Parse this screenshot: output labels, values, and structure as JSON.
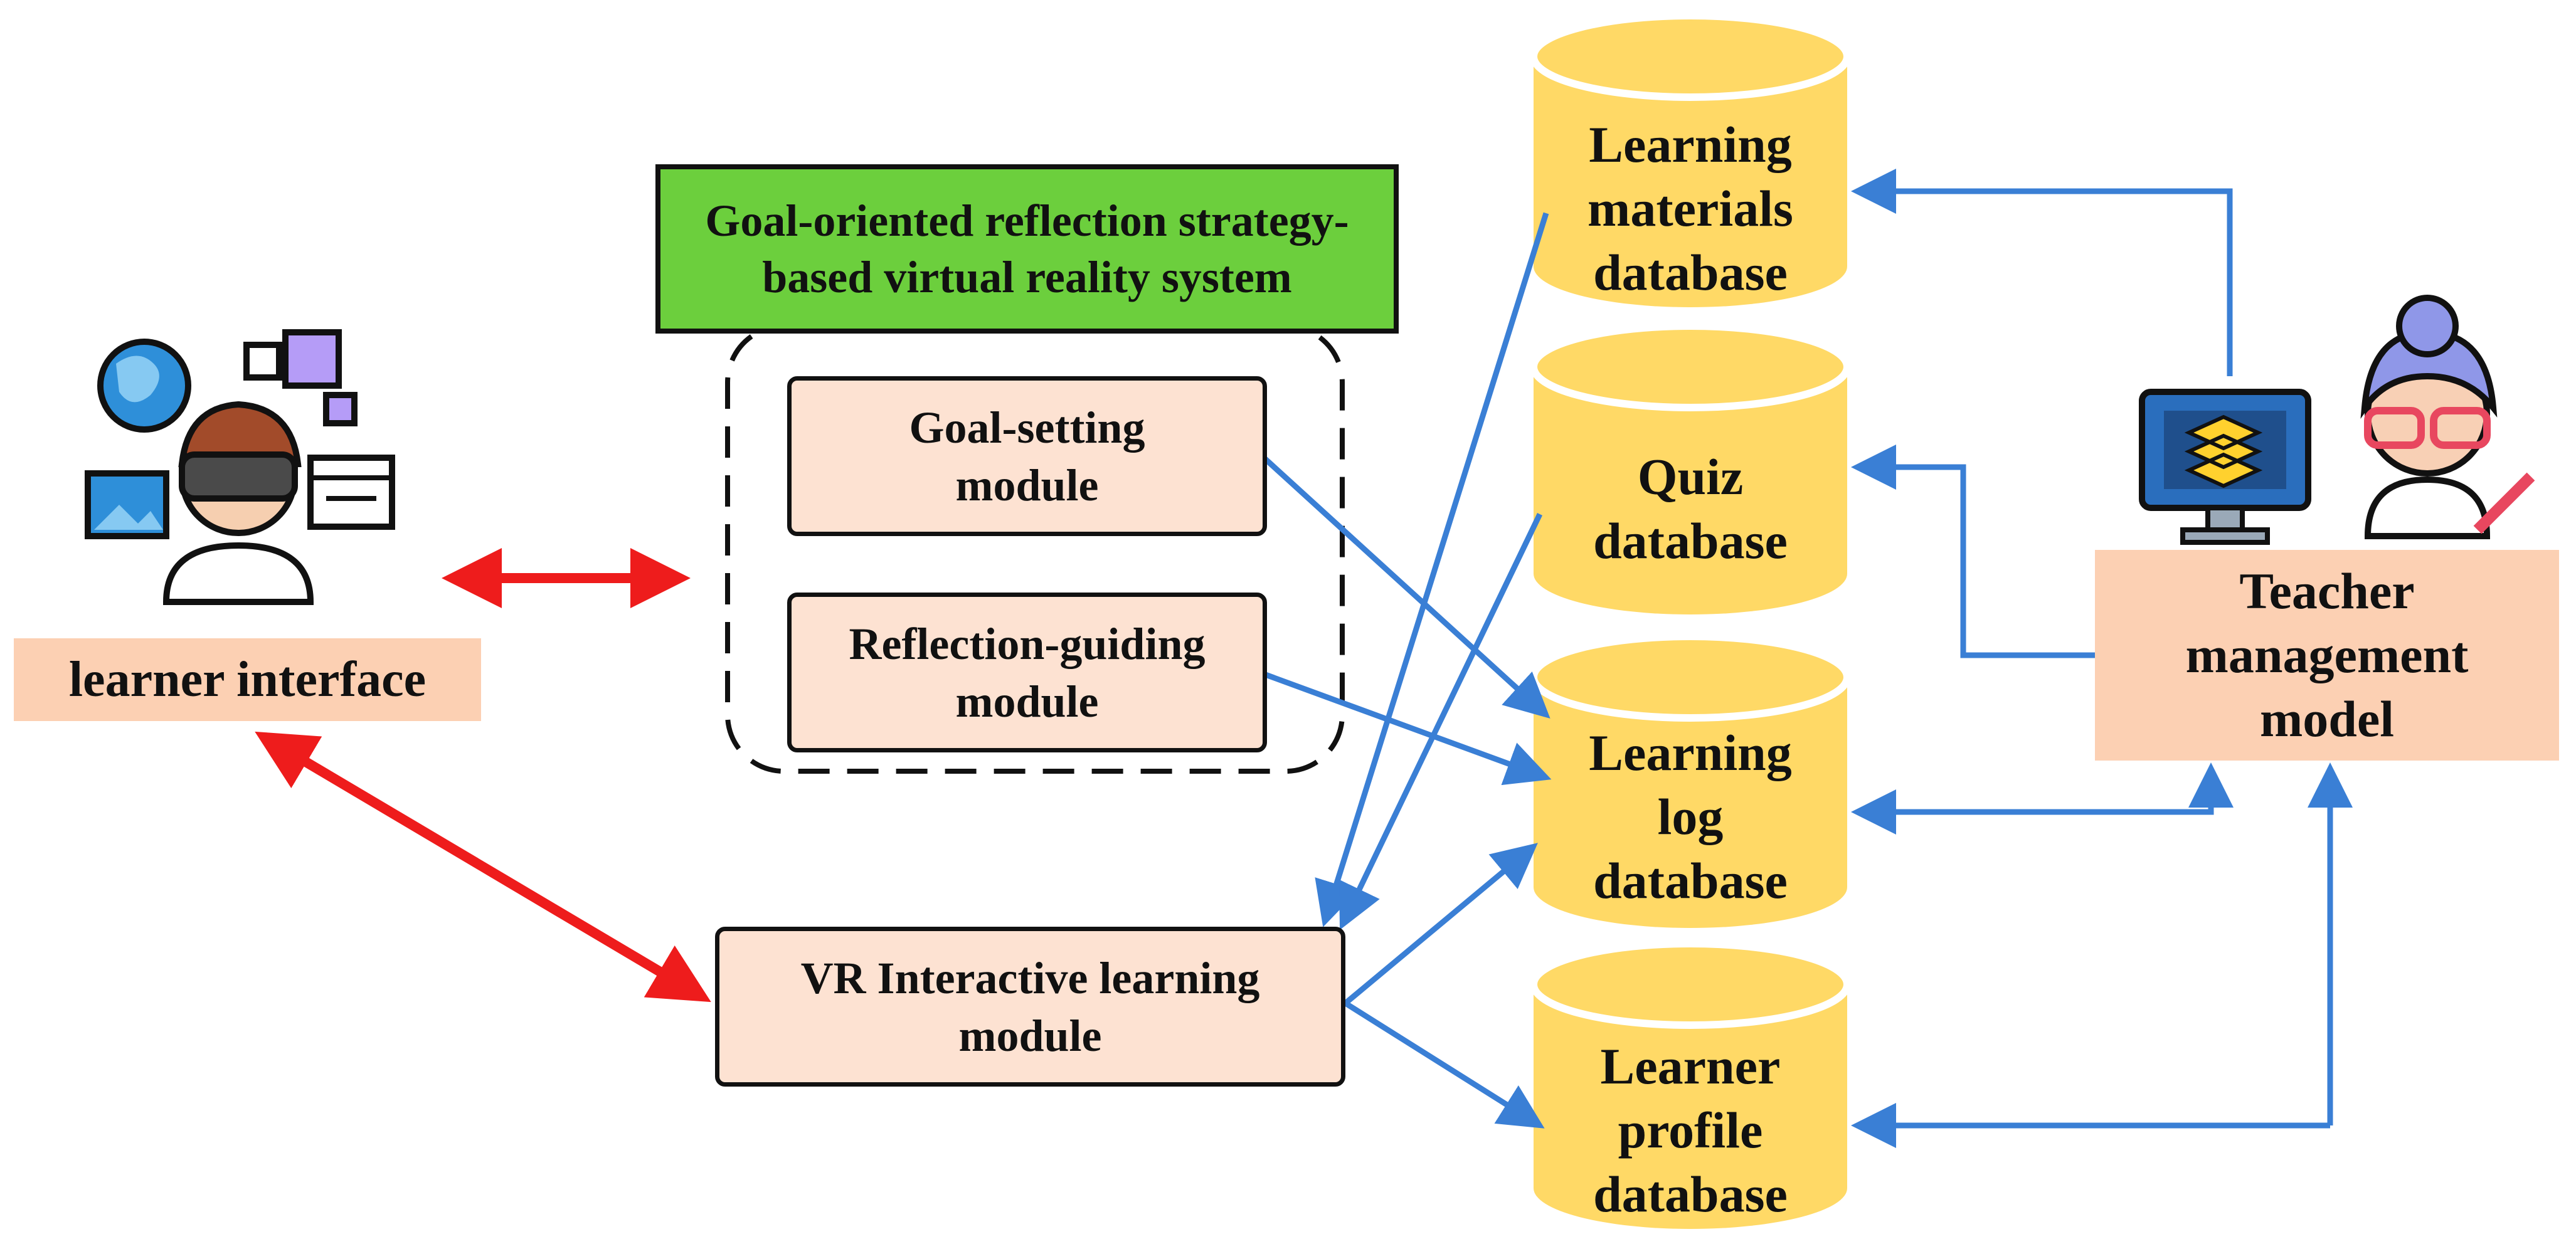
{
  "system_title": "Goal-oriented reflection strategy-\nbased virtual reality system",
  "modules": {
    "goal_setting": "Goal-setting\nmodule",
    "reflection_guiding": "Reflection-guiding\nmodule",
    "vr_interactive": "VR Interactive learning\nmodule"
  },
  "learner_interface": "learner interface",
  "teacher_management": "Teacher\nmanagement\nmodel",
  "databases": {
    "learning_materials": "Learning\nmaterials\ndatabase",
    "quiz": "Quiz\ndatabase",
    "learning_log": "Learning\nlog\ndatabase",
    "learner_profile": "Learner\nprofile\ndatabase"
  },
  "colors": {
    "database_fill": "#ffd966",
    "module_fill": "#fde2d2",
    "title_fill": "#6ccf3d",
    "label_fill": "#fcd0b3",
    "red_arrow": "#ee1c1c",
    "blue_arrow": "#3a7fd5"
  },
  "icons": {
    "learner": "vr-headset-learner-icon",
    "teacher": "teacher-with-monitor-icon"
  }
}
